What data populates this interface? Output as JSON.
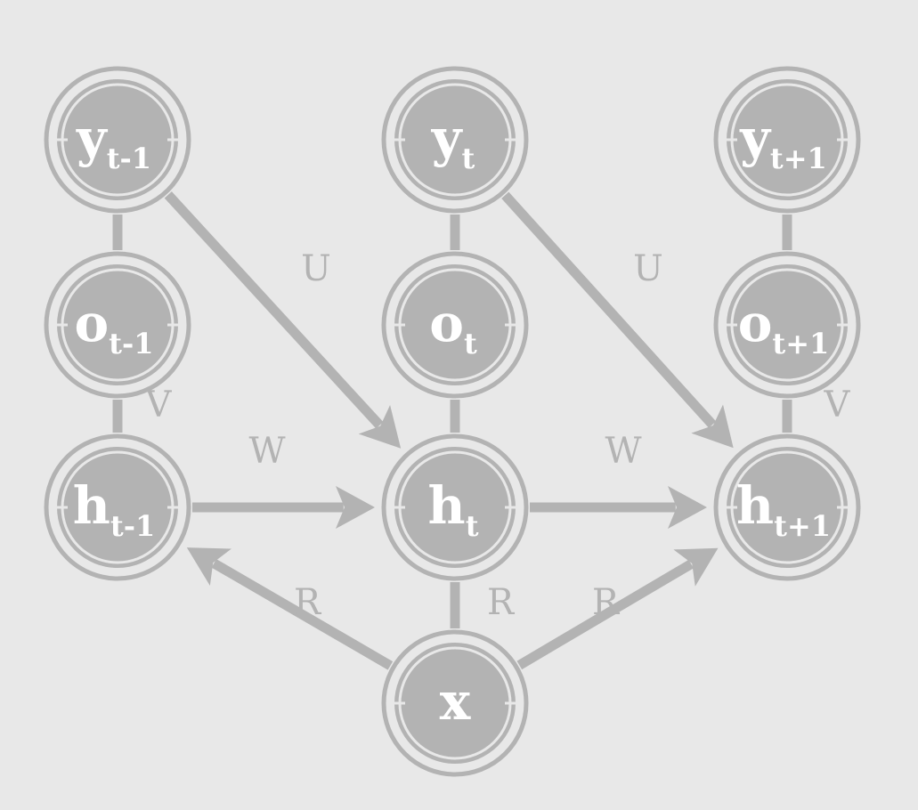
{
  "nodes": [
    {
      "id": "y_prev",
      "name": "node-y-t-minus-1",
      "main": "y",
      "sub": "t-1"
    },
    {
      "id": "y_cur",
      "name": "node-y-t",
      "main": "y",
      "sub": "t"
    },
    {
      "id": "y_next",
      "name": "node-y-t-plus-1",
      "main": "y",
      "sub": "t+1"
    },
    {
      "id": "o_prev",
      "name": "node-o-t-minus-1",
      "main": "o",
      "sub": "t-1"
    },
    {
      "id": "o_cur",
      "name": "node-o-t",
      "main": "o",
      "sub": "t"
    },
    {
      "id": "o_next",
      "name": "node-o-t-plus-1",
      "main": "o",
      "sub": "t+1"
    },
    {
      "id": "h_prev",
      "name": "node-h-t-minus-1",
      "main": "h",
      "sub": "t-1"
    },
    {
      "id": "h_cur",
      "name": "node-h-t",
      "main": "h",
      "sub": "t"
    },
    {
      "id": "h_next",
      "name": "node-h-t-plus-1",
      "main": "h",
      "sub": "t+1"
    },
    {
      "id": "x",
      "name": "node-x",
      "main": "x",
      "sub": ""
    }
  ],
  "edges": [
    {
      "from": "y_prev",
      "to": "o_prev",
      "directed": false,
      "label": ""
    },
    {
      "from": "y_cur",
      "to": "o_cur",
      "directed": false,
      "label": ""
    },
    {
      "from": "y_next",
      "to": "o_next",
      "directed": false,
      "label": ""
    },
    {
      "from": "o_prev",
      "to": "h_prev",
      "directed": false,
      "label": "V"
    },
    {
      "from": "o_cur",
      "to": "h_cur",
      "directed": false,
      "label": ""
    },
    {
      "from": "o_next",
      "to": "h_next",
      "directed": false,
      "label": "V"
    },
    {
      "from": "y_prev",
      "to": "h_cur",
      "directed": true,
      "label": "U"
    },
    {
      "from": "y_cur",
      "to": "h_next",
      "directed": true,
      "label": "U"
    },
    {
      "from": "h_prev",
      "to": "h_cur",
      "directed": true,
      "label": "W"
    },
    {
      "from": "h_cur",
      "to": "h_next",
      "directed": true,
      "label": "W"
    },
    {
      "from": "x",
      "to": "h_prev",
      "directed": true,
      "label": "R"
    },
    {
      "from": "x",
      "to": "h_cur",
      "directed": false,
      "label": "R"
    },
    {
      "from": "x",
      "to": "h_next",
      "directed": true,
      "label": "R"
    }
  ]
}
